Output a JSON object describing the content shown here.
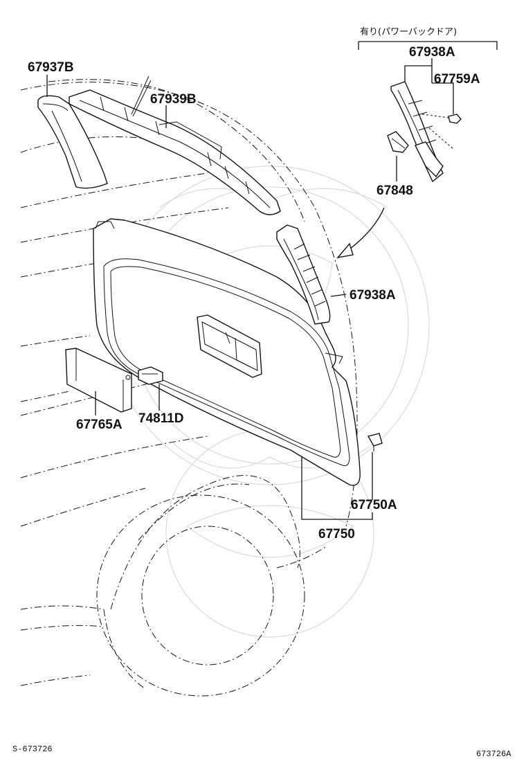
{
  "power_back_door_note": "有り(パワーバックドア)",
  "labels": {
    "p67937B": "67937B",
    "p67939B": "67939B",
    "p67938A_top": "67938A",
    "p67759A": "67759A",
    "p67848": "67848",
    "p67938A_side": "67938A",
    "p67765A": "67765A",
    "p74811D": "74811D",
    "p67750A": "67750A",
    "p67750": "67750"
  },
  "footer": {
    "left_code": "S-673726",
    "right_code": "673726A"
  }
}
